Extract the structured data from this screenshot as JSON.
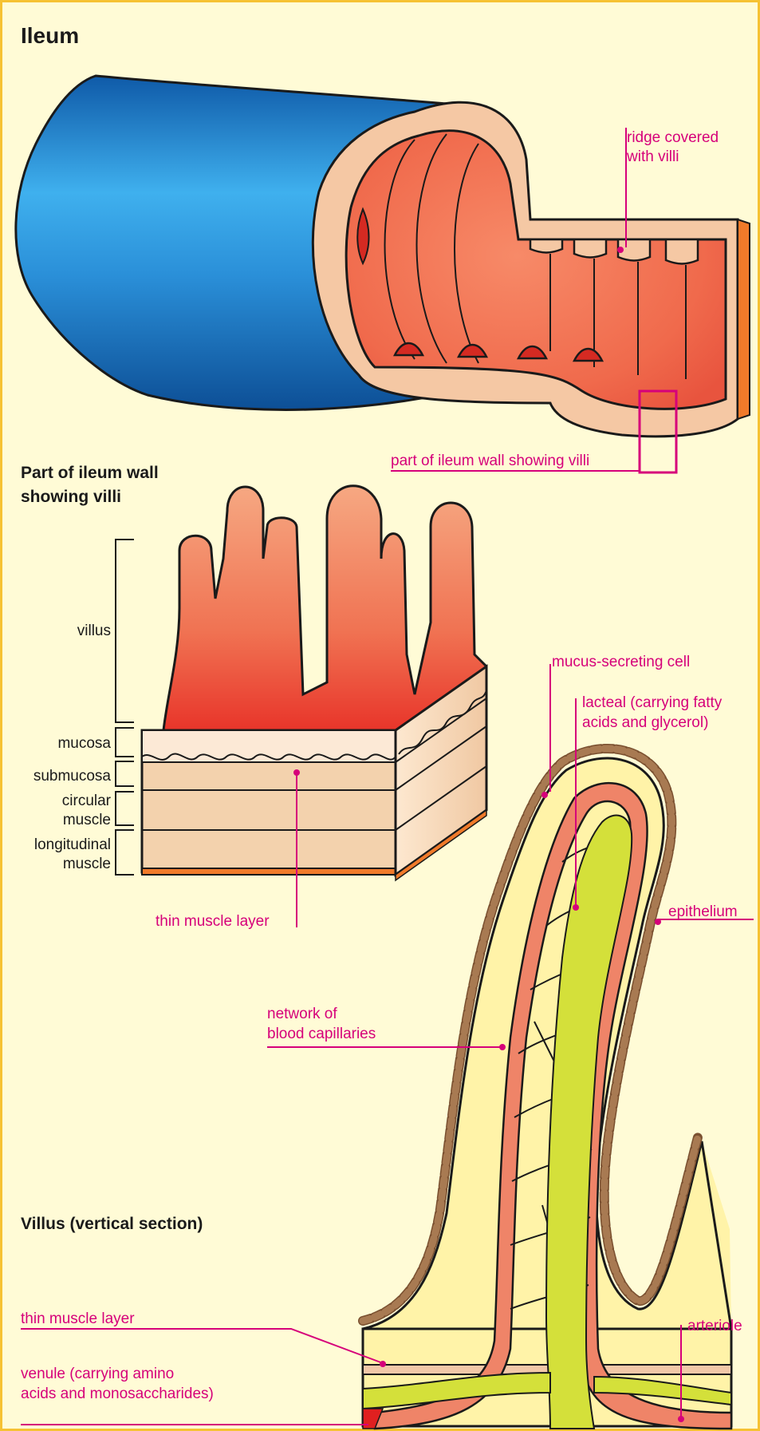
{
  "titles": {
    "ileum": "Ileum",
    "wall_line1": "Part of ileum wall",
    "wall_line2": "showing villi",
    "villus_section": "Villus (vertical section)"
  },
  "ileum_labels": {
    "ridge_line1": "ridge covered",
    "ridge_line2": "with villi",
    "wall_part": "part of ileum wall showing villi"
  },
  "layer_labels": {
    "villus": "villus",
    "mucosa": "mucosa",
    "submucosa": "submucosa",
    "circular_line1": "circular",
    "circular_line2": "muscle",
    "longitudinal_line1": "longitudinal",
    "longitudinal_line2": "muscle",
    "thin_muscle": "thin muscle layer"
  },
  "villus_labels": {
    "mucus_cell": "mucus-secreting cell",
    "lacteal_line1": "lacteal (carrying fatty",
    "lacteal_line2": "acids and glycerol)",
    "epithelium": "epithelium",
    "capillaries_line1": "network of",
    "capillaries_line2": "blood capillaries",
    "thin_muscle": "thin muscle layer",
    "venule_line1": "venule (carrying amino",
    "venule_line2": "acids and monosaccharides)",
    "arteriole": "arteriole"
  },
  "colors": {
    "background": "#fffbd6",
    "border": "#f6c233",
    "label": "#d6007a",
    "outer_tube": "#1b74c5",
    "lining": "#f07050",
    "tissue": "#f5c8a4",
    "capillary": "#ef8468",
    "lacteal": "#d4e03a",
    "epithelium_cell": "#a87a52"
  }
}
